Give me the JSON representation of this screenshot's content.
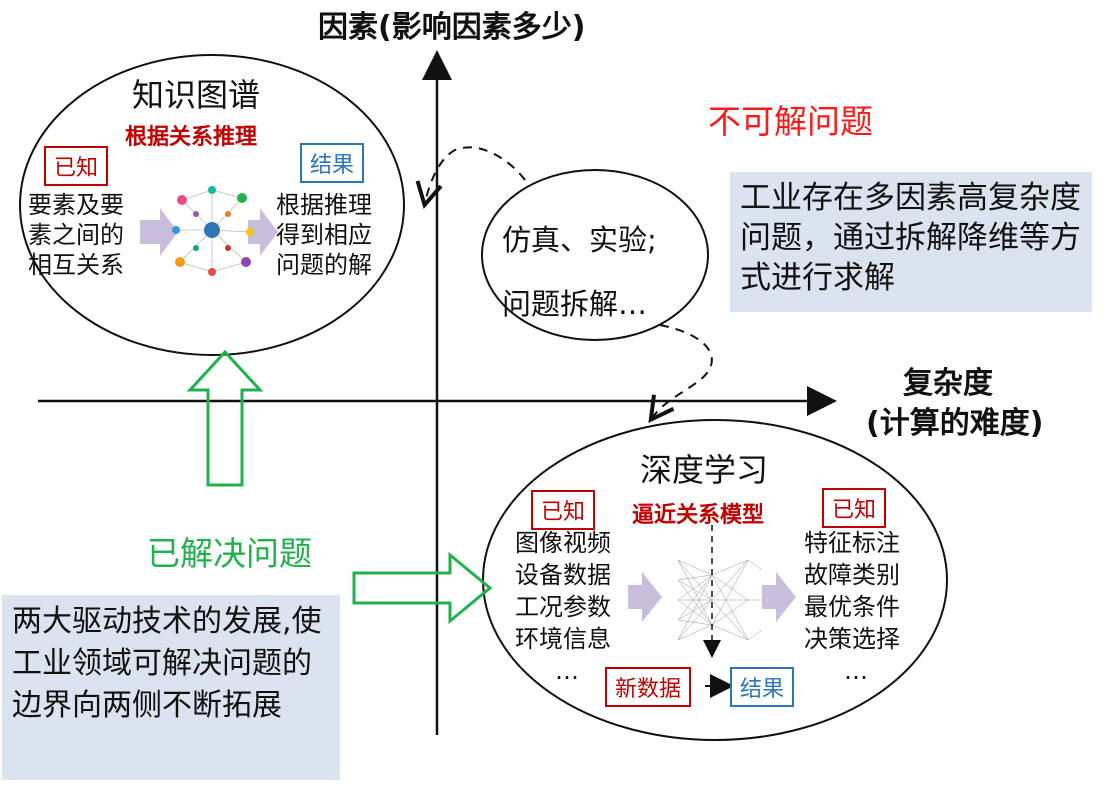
{
  "axes": {
    "y_title": "因素(影响因素多少)",
    "x_title_line1": "复杂度",
    "x_title_line2": "(计算的难度)"
  },
  "knowledge_graph": {
    "title": "知识图谱",
    "method": "根据关系推理",
    "known_label": "已知",
    "result_label": "结果",
    "input_lines": [
      "要素及要",
      "素之间的",
      "相互关系"
    ],
    "output_lines": [
      "根据推理",
      "得到相应",
      "问题的解"
    ]
  },
  "unsolvable": {
    "label": "不可解问题",
    "middle_lines": [
      "仿真、实验;",
      "问题拆解…"
    ],
    "note": "工业存在多因素高复杂度问题，通过拆解降维等方式进行求解"
  },
  "solved": {
    "label": "已解决问题",
    "note": "两大驱动技术的发展,使工业领域可解决问题的边界向两侧不断拓展"
  },
  "deep_learning": {
    "title": "深度学习",
    "method": "逼近关系模型",
    "known_left": "已知",
    "known_right": "已知",
    "input_lines": [
      "图像视频",
      "设备数据",
      "工况参数",
      "环境信息",
      "…"
    ],
    "output_lines": [
      "特征标注",
      "故障类别",
      "最优条件",
      "决策选择",
      "…"
    ],
    "new_data": "新数据",
    "result_label": "结果"
  },
  "colors": {
    "red": "#ff1a1a",
    "dark_red": "#c00000",
    "green": "#22b14c",
    "blue": "#2e75b6",
    "note_bg": "#dbe3ef",
    "arrow_fill": "#c9bfdc"
  }
}
